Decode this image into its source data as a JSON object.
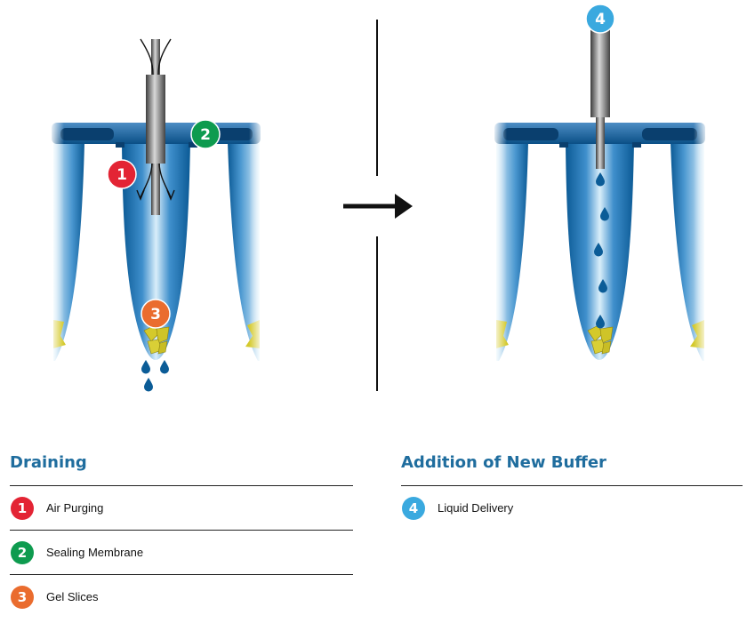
{
  "colors": {
    "red": "#e32434",
    "green": "#0e9b4f",
    "orange": "#ea6c2e",
    "cyan": "#3aa9df",
    "title": "#1f6d9e",
    "tube_dark": "#0a4f86",
    "tube_light": "#d7ecf9",
    "gel": "#d4c92b",
    "drop": "#0b5c97"
  },
  "diagram": {
    "badges": [
      {
        "number": "1",
        "meaning": "Air Purging",
        "color": "red"
      },
      {
        "number": "2",
        "meaning": "Sealing Membrane",
        "color": "green"
      },
      {
        "number": "3",
        "meaning": "Gel Slices",
        "color": "orange"
      },
      {
        "number": "4",
        "meaning": "Liquid Delivery",
        "color": "cyan"
      }
    ],
    "arrow_icon": "right-arrow-icon"
  },
  "sections": {
    "draining": {
      "title": "Draining",
      "items": [
        {
          "number": "1",
          "label": "Air Purging",
          "color": "#e32434"
        },
        {
          "number": "2",
          "label": "Sealing Membrane",
          "color": "#0e9b4f"
        },
        {
          "number": "3",
          "label": "Gel Slices",
          "color": "#ea6c2e"
        }
      ]
    },
    "buffer": {
      "title": "Addition of New Buffer",
      "items": [
        {
          "number": "4",
          "label": "Liquid Delivery",
          "color": "#3aa9df"
        }
      ]
    }
  }
}
